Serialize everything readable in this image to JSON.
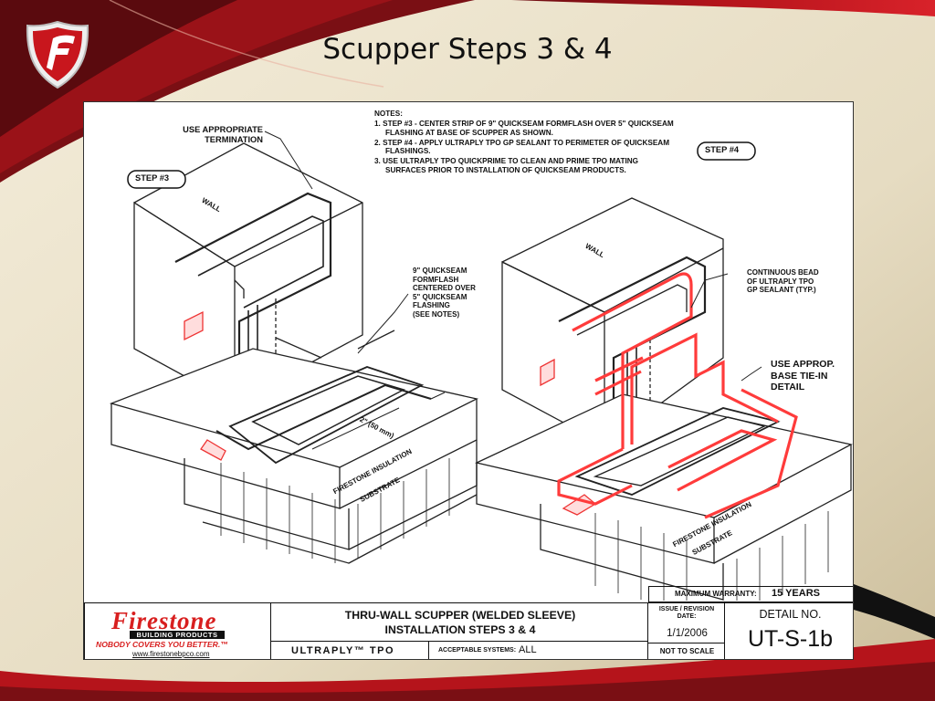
{
  "slide": {
    "title": "Scupper Steps 3 & 4",
    "colors": {
      "brand_red": "#c8161d",
      "dark_red": "#6b0d12",
      "cream": "#e9dfc7",
      "sealant_red": "#ff3b3b"
    }
  },
  "logo": {
    "icon": "firestone-shield-icon",
    "letter": "F"
  },
  "notes": {
    "heading": "NOTES:",
    "items": [
      "1.  STEP #3 - CENTER STRIP OF 9\" QUICKSEAM FORMFLASH OVER 5\" QUICKSEAM FLASHING AT BASE OF SCUPPER AS SHOWN.",
      "2.  STEP #4 - APPLY ULTRAPLY TPO GP SEALANT TO PERIMETER OF QUICKSEAM FLASHINGS.",
      "3.  USE ULTRAPLY TPO QUICKPRIME TO CLEAN AND PRIME TPO MATING SURFACES PRIOR TO INSTALLATION OF QUICKSEAM PRODUCTS."
    ]
  },
  "callouts": {
    "step3": "STEP #3",
    "step4": "STEP #4",
    "termination_1": "USE APPROPRIATE",
    "termination_2": "TERMINATION",
    "formflash_1": "9\" QUICKSEAM",
    "formflash_2": "FORMFLASH",
    "formflash_3": "CENTERED OVER",
    "formflash_4": "5\" QUICKSEAM",
    "formflash_5": "FLASHING",
    "formflash_6": "(SEE NOTES)",
    "bead_1": "CONTINUOUS BEAD",
    "bead_2": "OF ULTRAPLY TPO",
    "bead_3": "GP SEALANT (TYP.)",
    "tiein_1": "USE APPROP.",
    "tiein_2": "BASE TIE-IN",
    "tiein_3": "DETAIL",
    "wall": "WALL",
    "insulation": "FIRESTONE INSULATION",
    "substrate": "SUBSTRATE",
    "dimension": "2\" (50 mm)"
  },
  "title_block": {
    "brand": "Firestone",
    "building_products": "BUILDING PRODUCTS",
    "slogan": "NOBODY COVERS YOU BETTER.™",
    "url": "www.firestonebpco.com",
    "title_line1": "THRU-WALL SCUPPER (WELDED SLEEVE)",
    "title_line2": "INSTALLATION STEPS 3 & 4",
    "product": "ULTRAPLY™ TPO",
    "acceptable_label": "ACCEPTABLE SYSTEMS:",
    "acceptable_value": "ALL",
    "warranty_label": "MAXIMUM WARRANTY:",
    "warranty_value": "15 YEARS",
    "issue_label": "ISSUE / REVISION DATE:",
    "issue_date": "1/1/2006",
    "scale": "NOT TO SCALE",
    "detail_label": "DETAIL NO.",
    "detail_no": "UT-S-1b"
  }
}
